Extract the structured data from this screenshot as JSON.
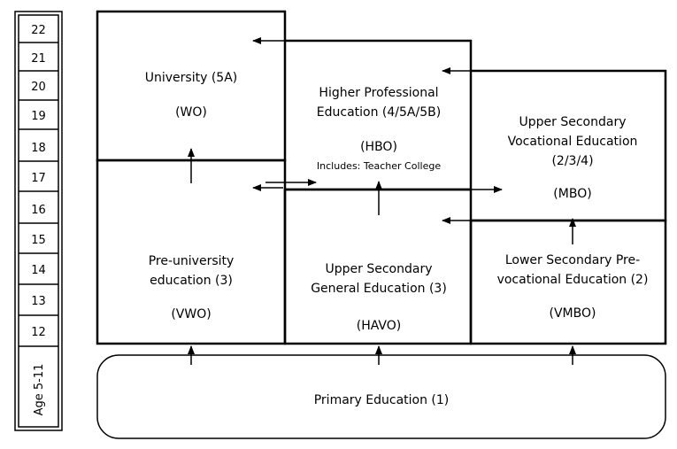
{
  "age_scale": {
    "ages": [
      "22",
      "21",
      "20",
      "19",
      "18",
      "17",
      "16",
      "15",
      "14",
      "13",
      "12"
    ],
    "bottom_label": "Age 5-11"
  },
  "boxes": {
    "university": {
      "title": "University (5A)",
      "abbr": "(WO)"
    },
    "hbo": {
      "title_line1": "Higher Professional",
      "title_line2": "Education (4/5A/5B)",
      "abbr": "(HBO)",
      "note": "Includes: Teacher College"
    },
    "mbo": {
      "title_line1": "Upper Secondary",
      "title_line2": "Vocational Education",
      "title_line3": "(2/3/4)",
      "abbr": "(MBO)"
    },
    "vwo": {
      "title_line1": "Pre-university",
      "title_line2": "education (3)",
      "abbr": "(VWO)"
    },
    "havo": {
      "title_line1": "Upper Secondary",
      "title_line2": "General Education (3)",
      "abbr": "(HAVO)"
    },
    "vmbo": {
      "title_line1": "Lower Secondary Pre-",
      "title_line2": "vocational Education (2)",
      "abbr": "(VMBO)"
    },
    "primary": {
      "title": "Primary Education (1)"
    }
  }
}
